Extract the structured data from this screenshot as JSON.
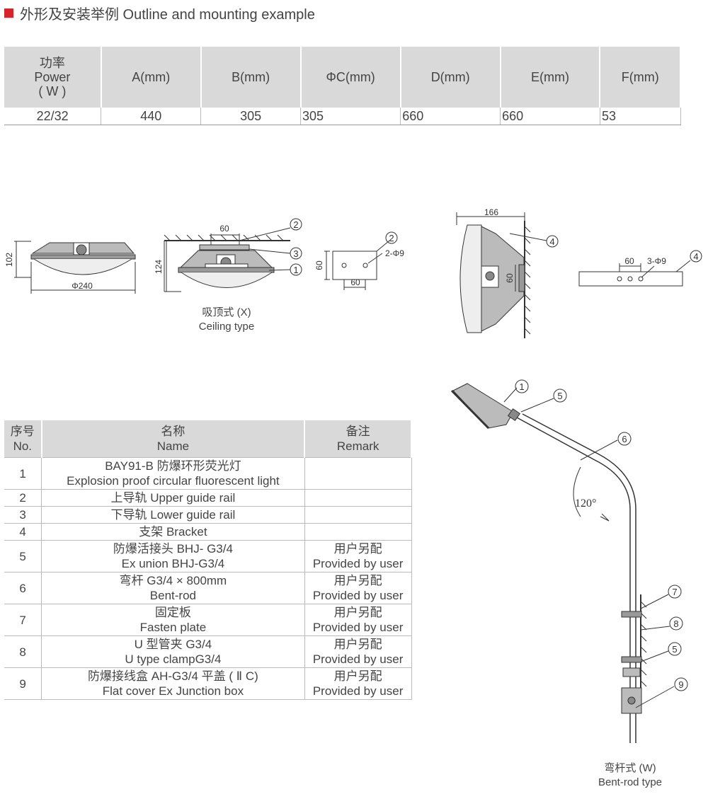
{
  "header": {
    "title": "外形及安装举例 Outline and mounting example"
  },
  "spec_table": {
    "headers": {
      "power_cn": "功率",
      "power_en": "Power",
      "power_unit": "( W )",
      "a": "A(mm)",
      "b": "B(mm)",
      "c": "ΦC(mm)",
      "d": "D(mm)",
      "e": "E(mm)",
      "f": "F(mm)"
    },
    "row": {
      "power": "22/32",
      "a": "440",
      "b": "305",
      "c": "305",
      "d": "660",
      "e": "660",
      "f": "53"
    }
  },
  "diagram_labels": {
    "dim_102": "102",
    "dim_240": "Φ240",
    "dim_60_top": "60",
    "dim_124": "124",
    "dim_60_v": "60",
    "dim_60_h": "60",
    "hole_2_9": "2-Φ9",
    "dim_166": "166",
    "dim_60_wall": "60",
    "dim_60_br": "60",
    "hole_3_9": "3-Φ9",
    "n1": "1",
    "n2": "2",
    "n3": "3",
    "n4": "4",
    "n5": "5",
    "n6": "6",
    "n7": "7",
    "n8": "8",
    "n9": "9",
    "angle": "120°"
  },
  "captions": {
    "ceiling_cn": "吸顶式 (X)",
    "ceiling_en": "Ceiling type",
    "bent_cn": "弯杆式 (W)",
    "bent_en": "Bent-rod type"
  },
  "parts_table": {
    "headers": {
      "no_cn": "序号",
      "no_en": "No.",
      "name_cn": "名称",
      "name_en": "Name",
      "remark_cn": "备注",
      "remark_en": "Remark"
    },
    "rows": [
      {
        "no": "1",
        "name1": "BAY91-B 防爆环形荧光灯",
        "name2": "Explosion proof circular fluorescent light",
        "r1": "",
        "r2": ""
      },
      {
        "no": "2",
        "name1": "上导轨 Upper guide rail",
        "name2": "",
        "r1": "",
        "r2": ""
      },
      {
        "no": "3",
        "name1": "下导轨 Lower guide rail",
        "name2": "",
        "r1": "",
        "r2": ""
      },
      {
        "no": "4",
        "name1": "支架 Bracket",
        "name2": "",
        "r1": "",
        "r2": ""
      },
      {
        "no": "5",
        "name1": "防爆活接头 BHJ- G3/4",
        "name2": "Ex union BHJ-G3/4",
        "r1": "用户另配",
        "r2": "Provided by user"
      },
      {
        "no": "6",
        "name1": "弯杆 G3/4 × 800mm",
        "name2": "Bent-rod",
        "r1": "用户另配",
        "r2": "Provided by user"
      },
      {
        "no": "7",
        "name1": "固定板",
        "name2": "Fasten plate",
        "r1": "用户另配",
        "r2": "Provided by user"
      },
      {
        "no": "8",
        "name1": "U 型管夹 G3/4",
        "name2": "U type clampG3/4",
        "r1": "用户另配",
        "r2": "Provided by user"
      },
      {
        "no": "9",
        "name1": "防爆接线盒 AH-G3/4 平盖 ( Ⅱ C)",
        "name2": "Flat cover Ex Junction box",
        "r1": "用户另配",
        "r2": "Provided by user"
      }
    ]
  }
}
